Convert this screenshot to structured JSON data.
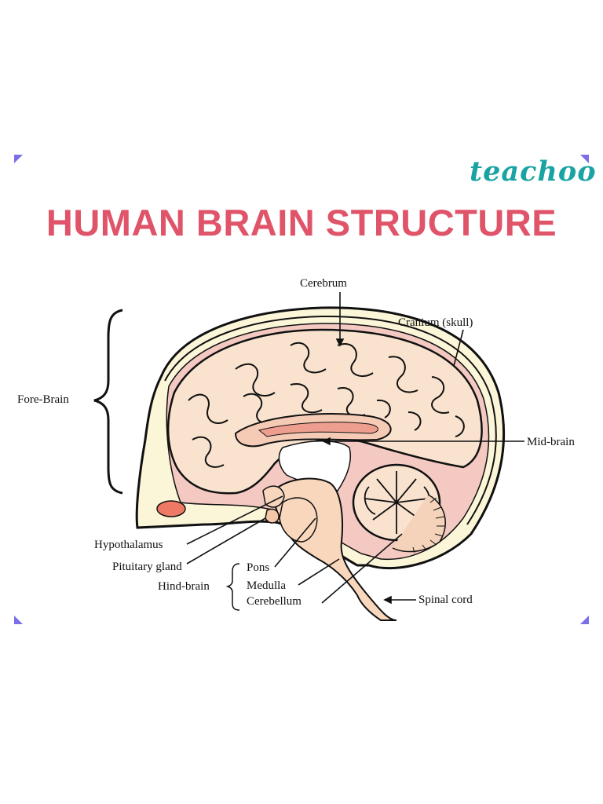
{
  "brand": "teachoo",
  "title": "HUMAN BRAIN STRUCTURE",
  "labels": {
    "cerebrum": "Cerebrum",
    "cranium": "Cranium (skull)",
    "fore_brain": "Fore-Brain",
    "mid_brain": "Mid-brain",
    "hypothalamus": "Hypothalamus",
    "pituitary": "Pituitary gland",
    "hind_brain": "Hind-brain",
    "pons": "Pons",
    "medulla": "Medulla",
    "cerebellum": "Cerebellum",
    "spinal_cord": "Spinal cord"
  },
  "colors": {
    "title": "#e0546a",
    "brand": "#1aa3a3",
    "corner_marks": "#7b6fe8",
    "brain_fill": "#f9e3cf",
    "skull_fill": "#fcf6d9",
    "membrane": "#f3c9c2",
    "outline": "#111111"
  }
}
